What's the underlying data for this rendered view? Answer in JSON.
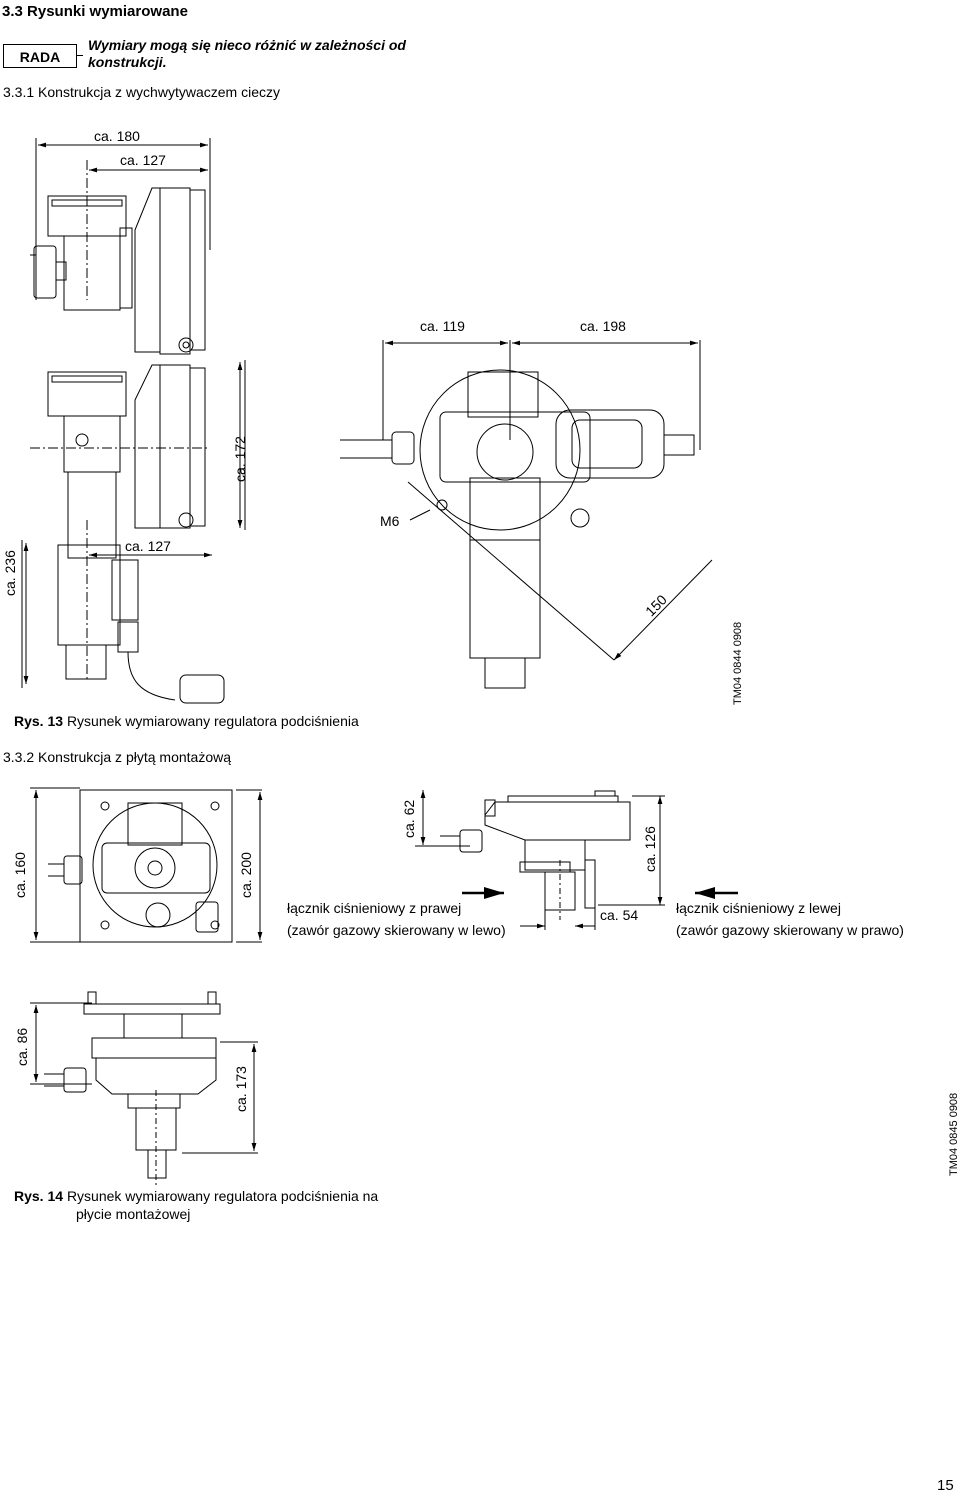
{
  "section": {
    "title": "3.3 Rysunki wymiarowane",
    "advice_label": "RADA",
    "advice_text_line1": "Wymiary mogą się nieco różnić w zależności od",
    "advice_text_line2": "konstrukcji."
  },
  "sub1": {
    "title": "3.3.1 Konstrukcja z wychwytywaczem cieczy",
    "dims": {
      "d180": "ca. 180",
      "d127_top": "ca. 127",
      "d119": "ca. 119",
      "d198": "ca. 198",
      "d172": "ca. 172",
      "d236": "ca. 236",
      "d127_bottom": "ca. 127",
      "m6": "M6",
      "d150": "150"
    },
    "code": "TM04 0844 0908",
    "caption_label": "Rys. 13",
    "caption_text": "Rysunek wymiarowany regulatora podciśnienia"
  },
  "sub2": {
    "title": "3.3.2 Konstrukcja z płytą montażową",
    "dims": {
      "d160": "ca. 160",
      "d200": "ca. 200",
      "d62": "ca. 62",
      "d126": "ca. 126",
      "d54": "ca. 54",
      "d86": "ca. 86",
      "d173": "ca. 173"
    },
    "right_conn_line1": "łącznik ciśnieniowy z prawej",
    "right_conn_line2": "(zawór gazowy skierowany w lewo)",
    "left_conn_line1": "łącznik ciśnieniowy z lewej",
    "left_conn_line2": "(zawór gazowy skierowany w prawo)",
    "code": "TM04 0845 0908",
    "caption_label": "Rys. 14",
    "caption_text_line1": "Rysunek wymiarowany regulatora podciśnienia na",
    "caption_text_line2": "płycie montażowej"
  },
  "page_number": "15"
}
